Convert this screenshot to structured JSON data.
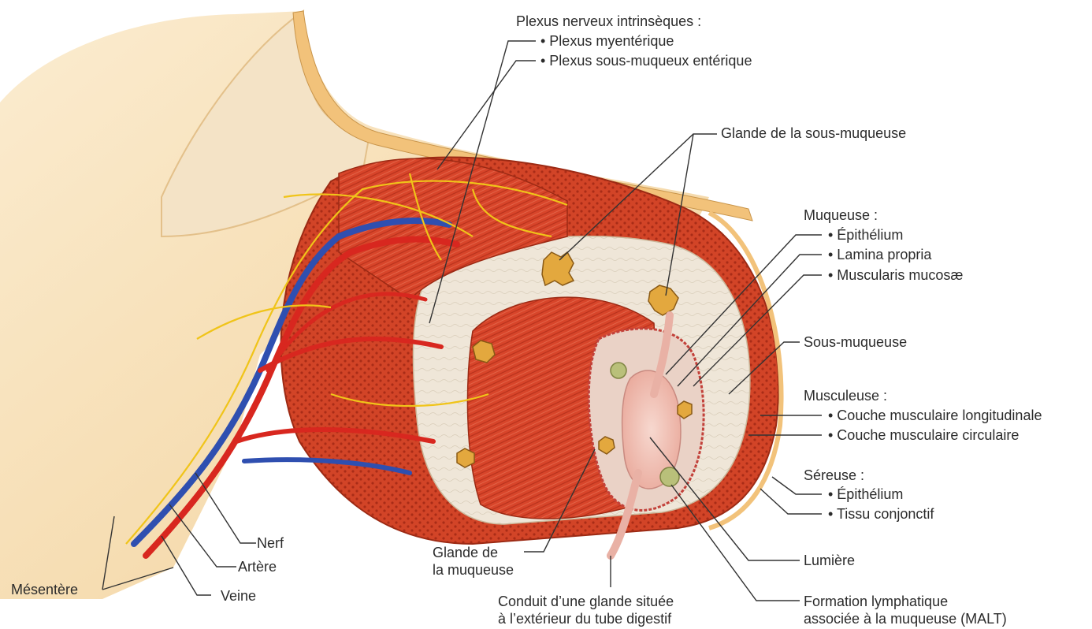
{
  "labels": {
    "plexus_header": "Plexus nerveux intrinsèques :",
    "plexus_myenteric": "• Plexus myentérique",
    "plexus_submucous": "• Plexus sous-muqueux entérique",
    "submucosa_gland": "Glande de la sous-muqueuse",
    "mucosa_header": "Muqueuse :",
    "mucosa_epithelium": "• Épithélium",
    "lamina_propria": "• Lamina propria",
    "muscularis_mucosae": "• Muscularis mucosæ",
    "submucosa": "Sous-muqueuse",
    "muscularis_header": "Musculeuse :",
    "longitudinal_layer": "• Couche musculaire longitudinale",
    "circular_layer": "• Couche musculaire circulaire",
    "serosa_header": "Séreuse :",
    "serosa_epithelium": "• Épithélium",
    "connective_tissue": "• Tissu conjonctif",
    "lumen": "Lumière",
    "malt_line1": "Formation lymphatique",
    "malt_line2": "associée à la muqueuse (MALT)",
    "duct_line1": "Conduit d’une glande située",
    "duct_line2": "à l’extérieur du tube digestif",
    "mucosal_gland_line1": "Glande de",
    "mucosal_gland_line2": "la muqueuse",
    "nerve": "Nerf",
    "artery": "Artère",
    "vein": "Veine",
    "mesentery": "Mésentère"
  },
  "colors": {
    "muscle": "#d8452a",
    "muscle_dark": "#b8321c",
    "submucosa": "#efe6d8",
    "mesentery": "#f6dfb4",
    "serosa": "#f2c27a",
    "artery": "#d8271f",
    "vein": "#2f4fb0",
    "nerve": "#f0c419",
    "lumen": "#f3c6bc",
    "label_text": "#2b2b2b",
    "leader_line": "#333333"
  }
}
